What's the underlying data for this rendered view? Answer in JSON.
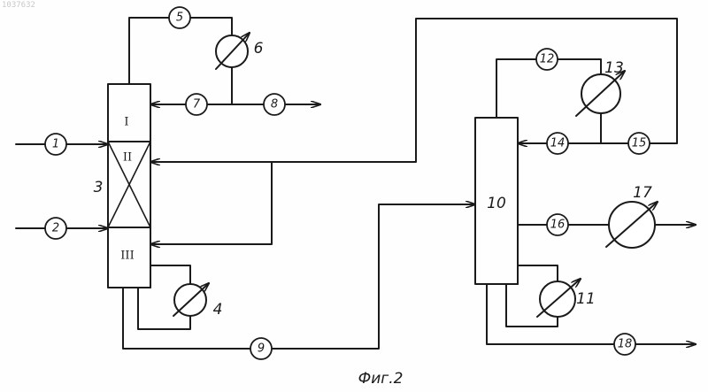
{
  "corner_mark": "1037632",
  "caption": "Фиг.2",
  "units": {
    "u1": "1",
    "u2": "2",
    "u3": "3",
    "u4": "4",
    "u5": "5",
    "u6": "6",
    "u7": "7",
    "u8": "8",
    "u9": "9",
    "u10": "10",
    "u11": "11",
    "u12": "12",
    "u13": "13",
    "u14": "14",
    "u15": "15",
    "u16": "16",
    "u17": "17",
    "u18": "18"
  },
  "column_sections": {
    "top": "I",
    "middle": "II",
    "bottom": "III"
  },
  "colors": {
    "ink": "#1a1a1a",
    "paper": "#fefefe"
  }
}
